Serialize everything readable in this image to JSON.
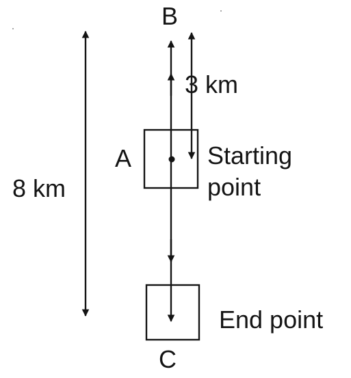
{
  "labels": {
    "point_b": "B",
    "point_a": "A",
    "point_c": "C",
    "distance_ab": "3 km",
    "distance_bc": "8 km",
    "start_line1": "Starting",
    "start_line2": "point",
    "end": "End point"
  },
  "colors": {
    "ink": "#141414",
    "background": "#ffffff"
  }
}
